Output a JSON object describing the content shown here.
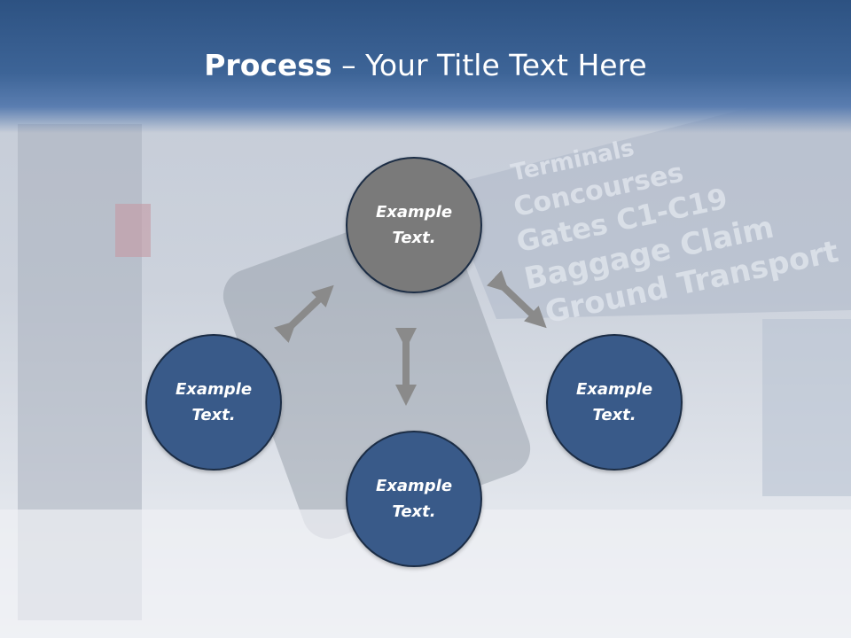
{
  "slide": {
    "title_bold": "Process",
    "title_rest": " – Your Title Text Here"
  },
  "background_sign": {
    "line1": "Terminals",
    "line2": "Concourses",
    "line3": "Gates C1-C19",
    "line4": "Baggage Claim",
    "line5": "Ground Transport"
  },
  "nodes": [
    {
      "line1": "Example",
      "line2": "Text.",
      "color": "#7a7a7a"
    },
    {
      "line1": "Example",
      "line2": "Text.",
      "color": "#395a89"
    },
    {
      "line1": "Example",
      "line2": "Text.",
      "color": "#395a89"
    },
    {
      "line1": "Example",
      "line2": "Text.",
      "color": "#395a89"
    }
  ],
  "colors": {
    "header": "#2d5282",
    "circle_blue": "#395a89",
    "circle_gray": "#7a7a7a",
    "arrow": "#8a8a8a"
  }
}
